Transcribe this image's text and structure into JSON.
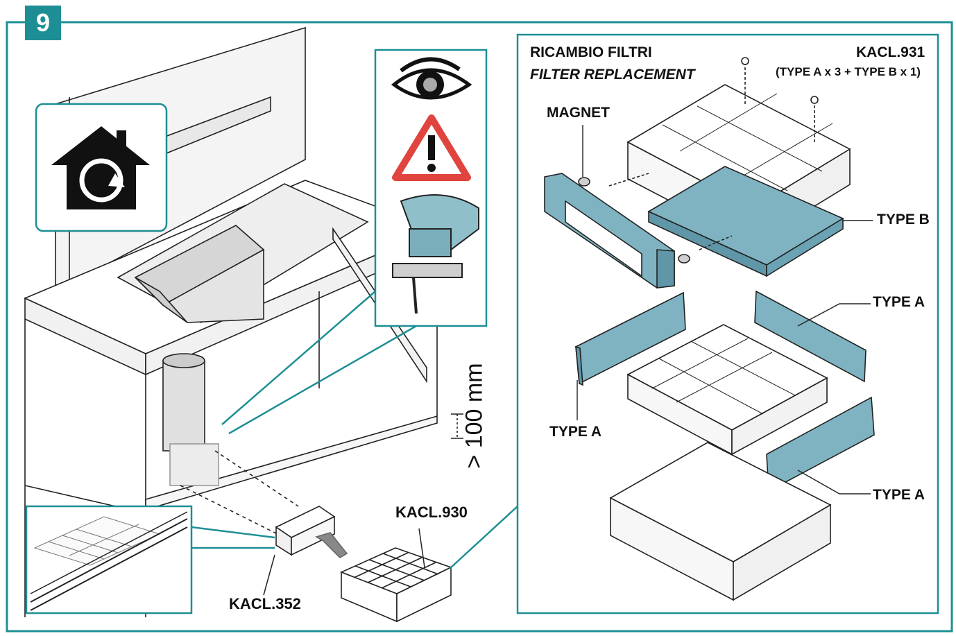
{
  "step": {
    "number": "9"
  },
  "colors": {
    "accent": "#1d8f94",
    "filter_fill": "#7fb3c2",
    "line": "#222222"
  },
  "icons": {
    "home": "home-rotate-icon",
    "eye": "eye-icon",
    "warning": "warning-triangle-icon",
    "tool": "jigsaw-icon"
  },
  "left": {
    "dimension": "> 100 mm",
    "labels": {
      "kacl352": "KACL.352",
      "kacl930": "KACL.930"
    }
  },
  "right": {
    "title_it": "RICAMBIO FILTRI",
    "title_en": "FILTER REPLACEMENT",
    "code": "KACL.931",
    "code_detail": "(TYPE A x 3 + TYPE B x 1)",
    "labels": {
      "magnet": "MAGNET",
      "type_b": "TYPE B",
      "type_a_top": "TYPE A",
      "type_a_left": "TYPE A",
      "type_a_bottom": "TYPE A"
    }
  }
}
